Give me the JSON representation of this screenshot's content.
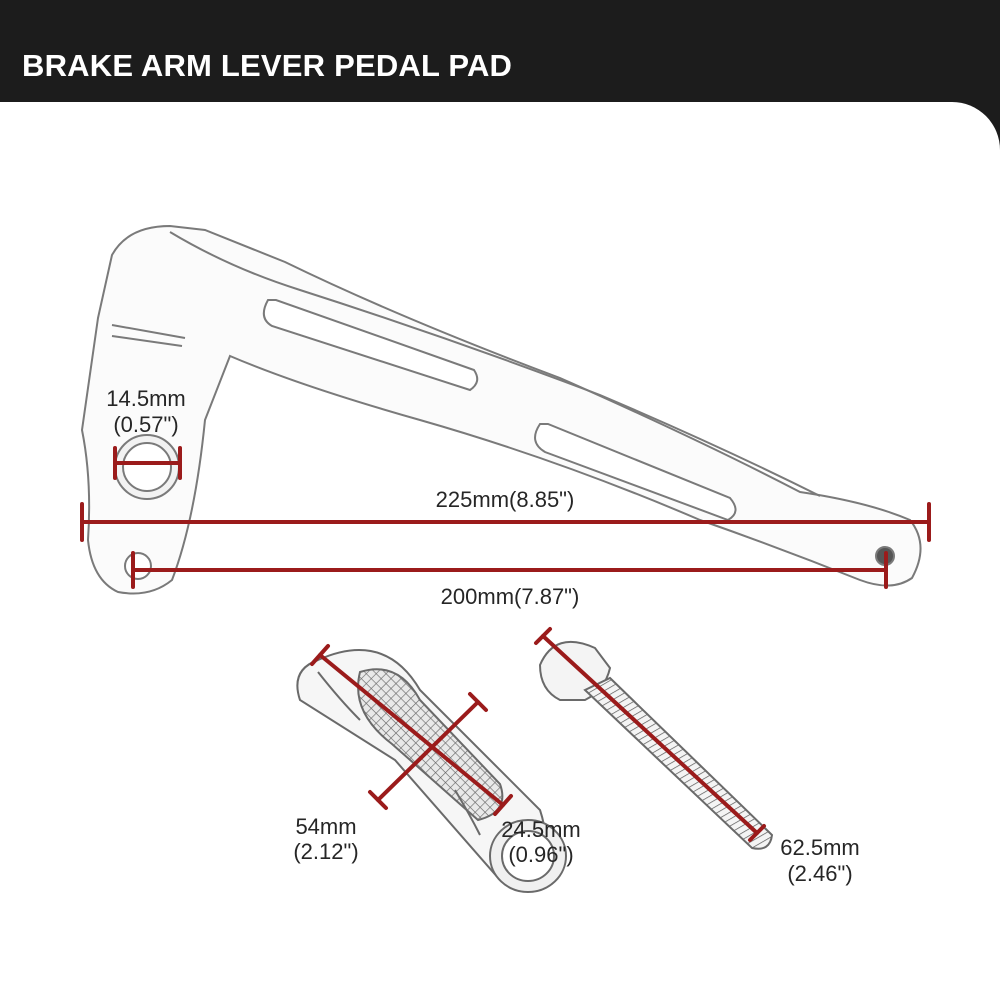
{
  "header": {
    "title": "BRAKE ARM LEVER PEDAL PAD"
  },
  "colors": {
    "background": "#1c1c1c",
    "panel": "#ffffff",
    "dimension_line": "#9b1b1b",
    "outline": "#7a7a7a"
  },
  "dimensions": {
    "hole_diameter": {
      "mm": "14.5mm",
      "inch": "(0.57\")"
    },
    "overall_length": {
      "label": "225mm(8.85\")"
    },
    "pivot_to_end": {
      "label": "200mm(7.87\")"
    },
    "pad_length": {
      "mm": "54mm",
      "inch": "(2.12\")"
    },
    "pad_diameter": {
      "mm": "24.5mm",
      "inch": "(0.96\")"
    },
    "bolt_length": {
      "mm": "62.5mm",
      "inch": "(2.46\")"
    }
  }
}
